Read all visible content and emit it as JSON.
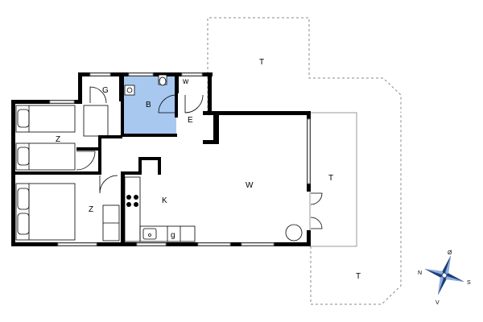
{
  "colors": {
    "wall": "#000000",
    "bathroom_fill": "#a8c8f0",
    "terrace_line": "#888888",
    "window": "#a8a8a8",
    "compass_blue": "#1f3d7a"
  },
  "rooms": {
    "terrace_top": "T",
    "utility": "G",
    "bathroom": "B",
    "wc": "w",
    "entrance": "E",
    "bedroom_top": "Z",
    "bedroom_bottom": "Z",
    "kitchen": "K",
    "living": "W",
    "terrace_right": "T",
    "terrace_bottom": "T",
    "dishwasher": "g"
  },
  "compass": {
    "north": "N",
    "east": "Ø",
    "south": "S",
    "west": "V"
  }
}
